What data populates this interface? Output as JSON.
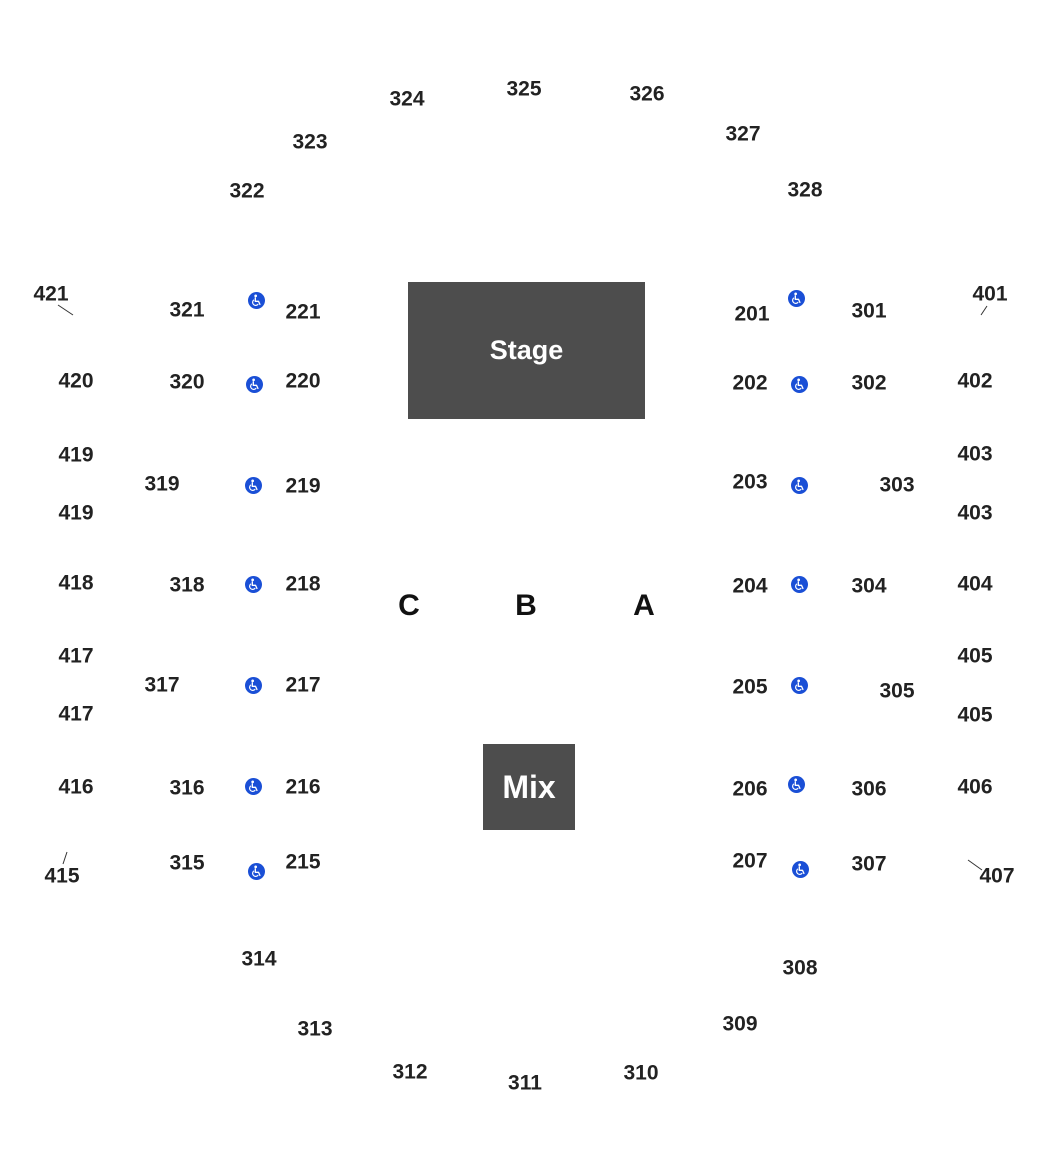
{
  "stage_label": "Stage",
  "mix_label": "Mix",
  "floor_sections": [
    "C",
    "B",
    "A"
  ],
  "sections": {
    "upper_ring": [
      "324",
      "325",
      "326",
      "323",
      "327",
      "322",
      "328"
    ],
    "left_outer": [
      "421",
      "420",
      "419",
      "419",
      "418",
      "417",
      "417",
      "416",
      "415"
    ],
    "left_300": [
      "321",
      "320",
      "319",
      "318",
      "317",
      "316",
      "315"
    ],
    "left_200": [
      "221",
      "220",
      "219",
      "218",
      "217",
      "216",
      "215"
    ],
    "right_200": [
      "201",
      "202",
      "203",
      "204",
      "205",
      "206",
      "207"
    ],
    "right_300": [
      "301",
      "302",
      "303",
      "304",
      "305",
      "306",
      "307"
    ],
    "right_outer": [
      "401",
      "402",
      "403",
      "403",
      "404",
      "405",
      "405",
      "406",
      "407"
    ],
    "lower_ring": [
      "314",
      "308",
      "313",
      "309",
      "312",
      "311",
      "310"
    ]
  },
  "accessibility_icon": "wheelchair-icon",
  "colors": {
    "block": "#4d4d4d",
    "accessible": "#1a4fd6",
    "text": "#222222"
  }
}
